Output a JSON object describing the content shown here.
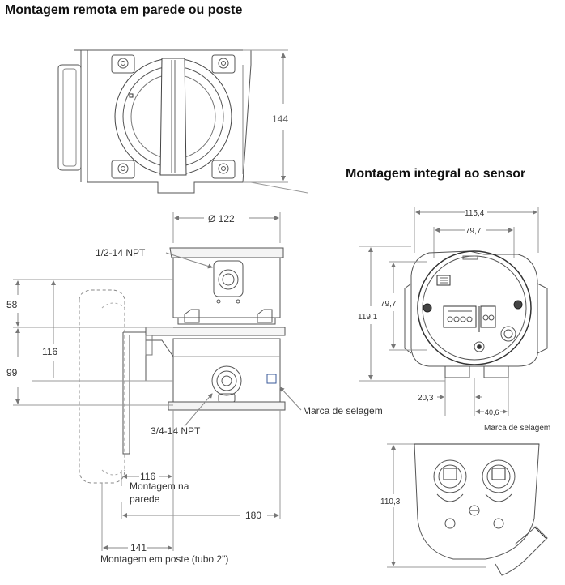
{
  "titles": {
    "remote": "Montagem remota em parede ou poste",
    "integral": "Montagem integral ao sensor"
  },
  "remote_top_view": {
    "dim_height": "144"
  },
  "remote_front_view": {
    "dim_diameter": "Ø 122",
    "thread_top": "1/2-14  NPT",
    "thread_bottom": "3/4-14  NPT",
    "dim_58": "58",
    "dim_116_v": "116",
    "dim_99": "99",
    "seal_mark": "Marca de selagem",
    "dim_116_h": "116",
    "wall_label_1": "Montagem na",
    "wall_label_2": "parede",
    "dim_180": "180",
    "dim_141": "141",
    "pole_label": "Montagem em poste (tubo 2\")"
  },
  "integral_front_view": {
    "dim_115_4": "115,4",
    "dim_79_7_h": "79,7",
    "dim_79_7_v": "79,7",
    "dim_119_1": "119,1",
    "dim_20_3": "20,3",
    "dim_40_6": "40,6"
  },
  "integral_bottom_view": {
    "seal_mark": "Marca de selagem",
    "dim_110_3": "110,3"
  }
}
